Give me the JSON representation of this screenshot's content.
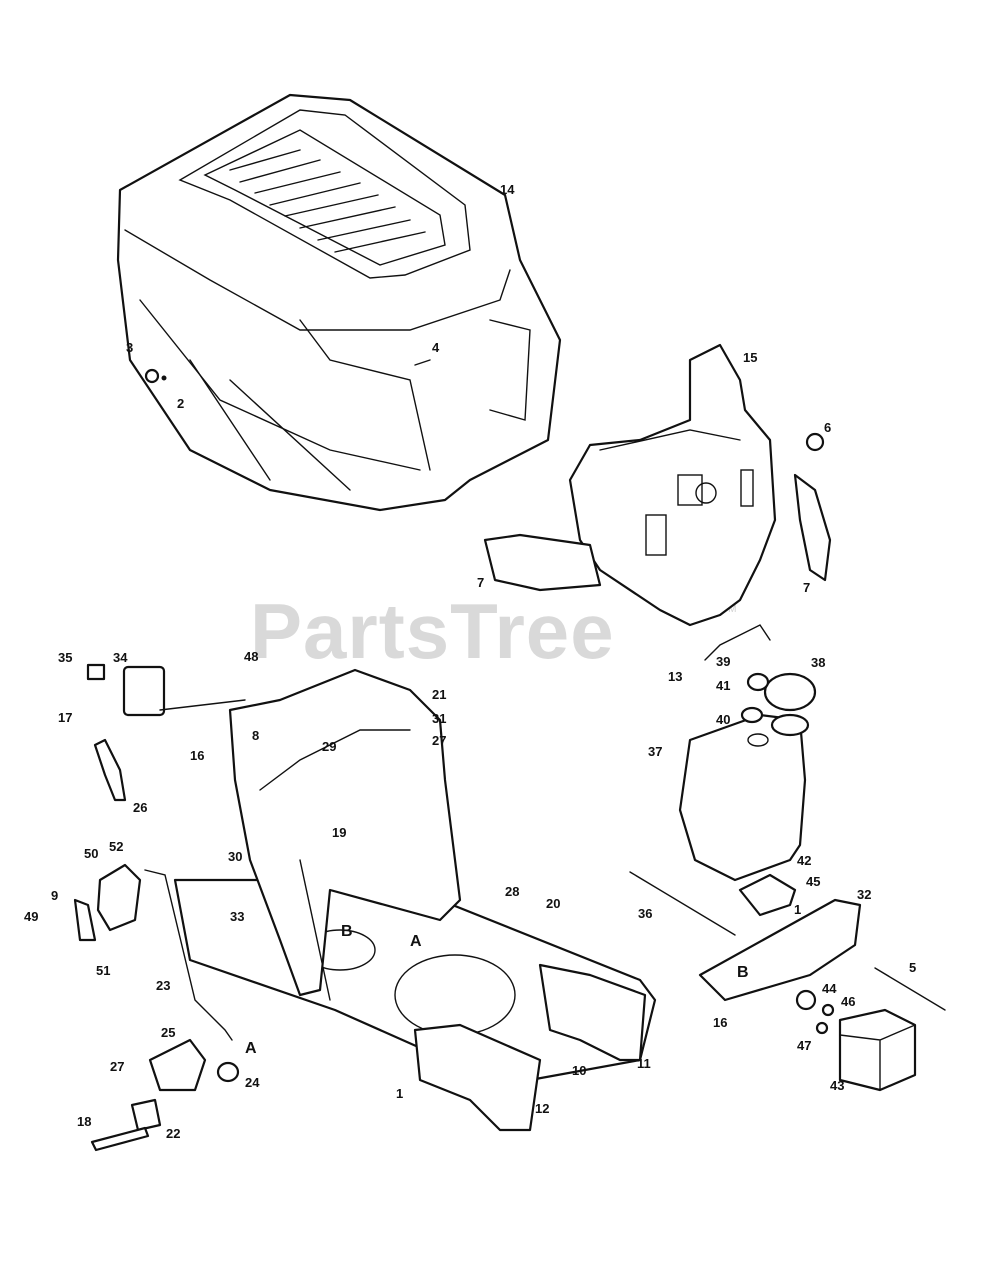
{
  "watermark": {
    "text": "PartsTree",
    "tm": "TM"
  },
  "callouts": [
    "14",
    "15",
    "6",
    "7",
    "7",
    "3",
    "2",
    "4",
    "35",
    "34",
    "48",
    "21",
    "31",
    "27",
    "29",
    "8",
    "16",
    "17",
    "26",
    "19",
    "30",
    "33",
    "50",
    "52",
    "9",
    "49",
    "51",
    "23",
    "28",
    "20",
    "1",
    "10",
    "11",
    "12",
    "25",
    "27",
    "24",
    "18",
    "22",
    "13",
    "39",
    "41",
    "38",
    "40",
    "37",
    "42",
    "45",
    "1",
    "36",
    "32",
    "16",
    "5",
    "44",
    "46",
    "47",
    "43"
  ],
  "refs": [
    "A",
    "B",
    "A",
    "B"
  ],
  "colors": {
    "ink": "#111111",
    "paper": "#ffffff",
    "watermark": "#d9d9d9"
  }
}
